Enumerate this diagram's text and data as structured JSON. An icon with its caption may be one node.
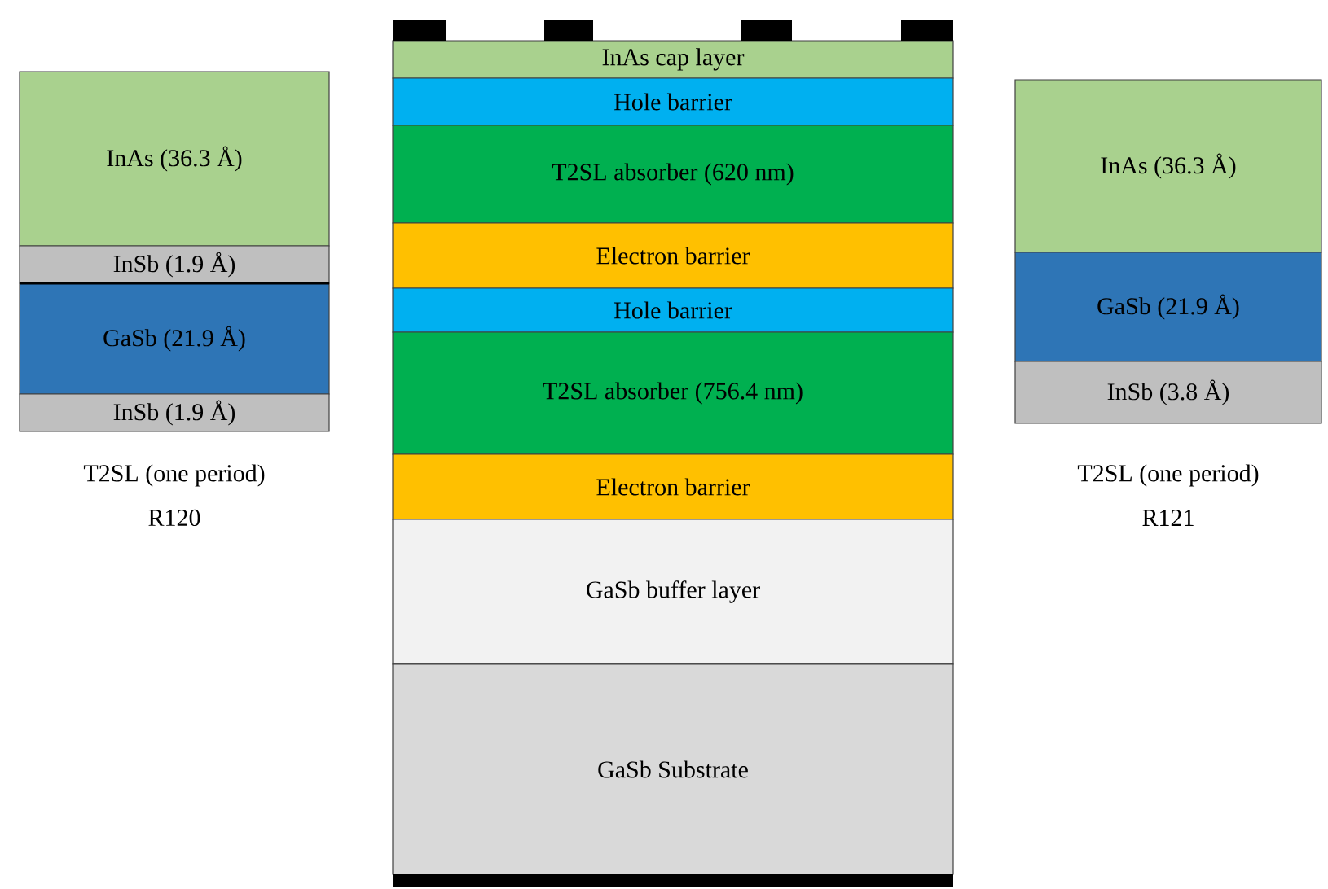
{
  "diagram": {
    "nodes": [
      {
        "text": [
          "InAs (36.3 Å)"
        ]
      },
      {
        "text": [
          "InSb (1.9 Å)"
        ]
      },
      {
        "text": [
          "GaSb (21.9 Å)"
        ]
      },
      {
        "text": [
          "InSb (1.9 Å)"
        ]
      },
      {
        "text": [
          "InAs cap layer"
        ]
      },
      {
        "text": [
          "Hole barrier"
        ]
      },
      {
        "text": [
          "T2SL absorber (620 nm)"
        ]
      },
      {
        "text": [
          "Electron barrier"
        ]
      },
      {
        "text": [
          "Hole barrier"
        ]
      },
      {
        "text": [
          "T2SL absorber (756.4 nm)"
        ]
      },
      {
        "text": [
          "Electron barrier"
        ]
      },
      {
        "text": [
          "GaSb buffer layer"
        ]
      },
      {
        "text": [
          "GaSb Substrate"
        ]
      },
      {
        "text": [
          "InAs (36.3 Å)"
        ]
      },
      {
        "text": [
          "GaSb (21.9 Å)"
        ]
      },
      {
        "text": [
          "InSb (3.8 Å)"
        ]
      }
    ],
    "labels": [
      "T2SL (one period)",
      "R120",
      "T2SL (one period)",
      "R121"
    ]
  }
}
